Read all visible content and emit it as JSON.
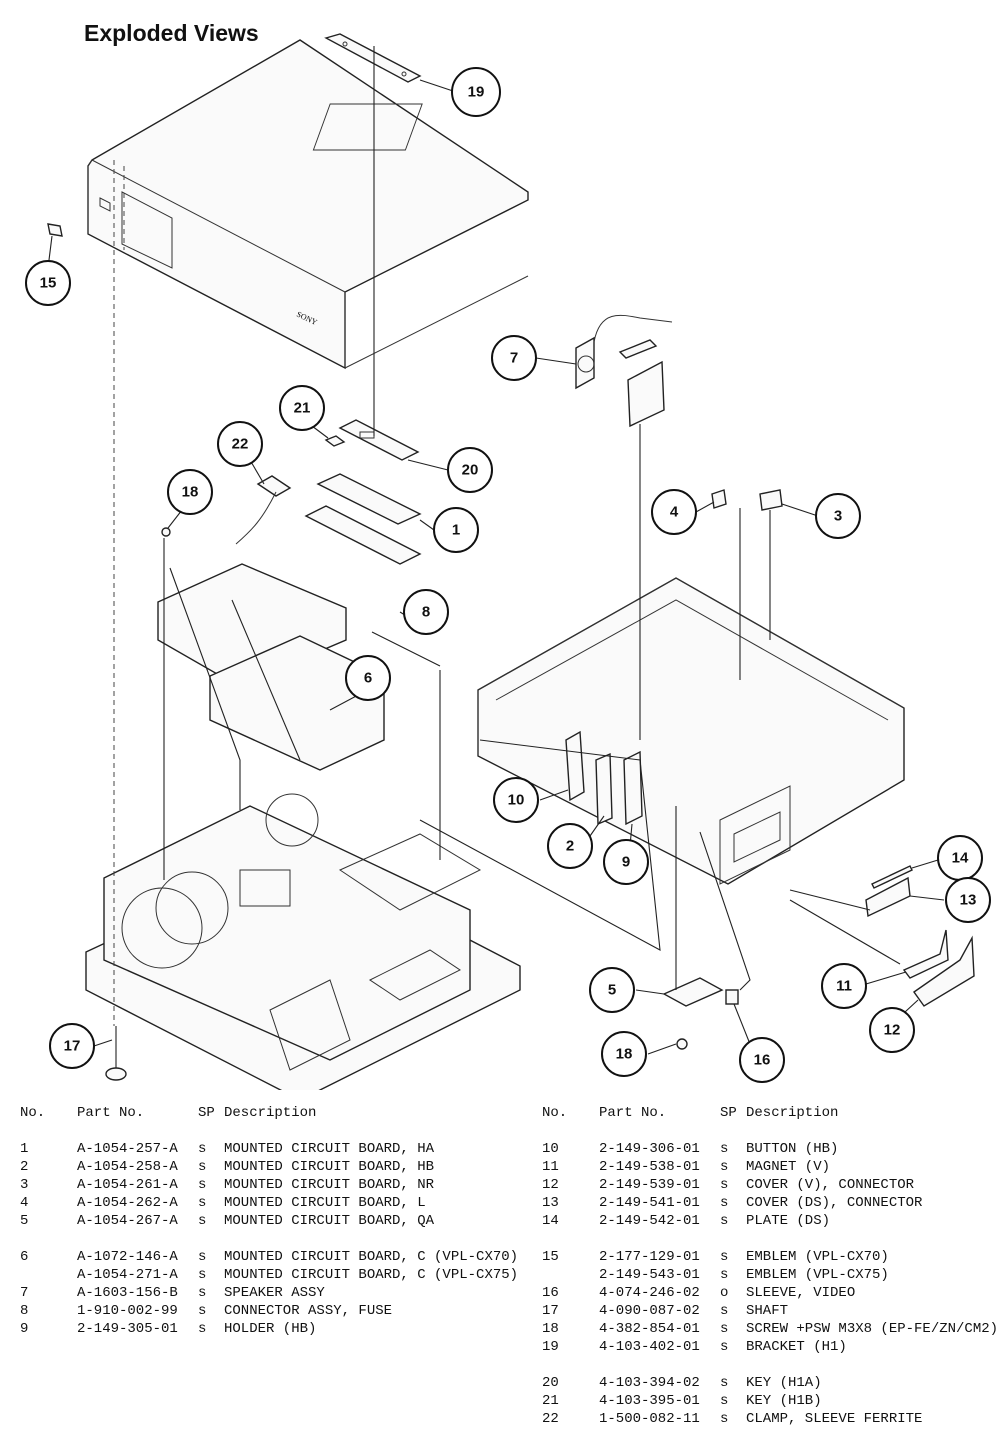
{
  "title": "Exploded Views",
  "brand_mark": "SONY",
  "callouts": [
    "1",
    "2",
    "3",
    "4",
    "5",
    "6",
    "7",
    "8",
    "9",
    "10",
    "11",
    "12",
    "13",
    "14",
    "15",
    "16",
    "17",
    "18",
    "19",
    "20",
    "21",
    "22"
  ],
  "table_headers": {
    "no": "No.",
    "part_no": "Part No.",
    "sp": "SP",
    "description": "Description"
  },
  "left_rows": [
    {
      "no": "1",
      "part": "A-1054-257-A",
      "sp": "s",
      "desc": "MOUNTED CIRCUIT BOARD, HA"
    },
    {
      "no": "2",
      "part": "A-1054-258-A",
      "sp": "s",
      "desc": "MOUNTED CIRCUIT BOARD, HB"
    },
    {
      "no": "3",
      "part": "A-1054-261-A",
      "sp": "s",
      "desc": "MOUNTED CIRCUIT BOARD, NR"
    },
    {
      "no": "4",
      "part": "A-1054-262-A",
      "sp": "s",
      "desc": "MOUNTED CIRCUIT BOARD, L"
    },
    {
      "no": "5",
      "part": "A-1054-267-A",
      "sp": "s",
      "desc": "MOUNTED CIRCUIT BOARD, QA"
    },
    {
      "gap": true
    },
    {
      "no": "6",
      "part": "A-1072-146-A",
      "sp": "s",
      "desc": "MOUNTED CIRCUIT BOARD, C (VPL-CX70)"
    },
    {
      "no": "",
      "part": "A-1054-271-A",
      "sp": "s",
      "desc": "MOUNTED CIRCUIT BOARD, C (VPL-CX75)"
    },
    {
      "no": "7",
      "part": "A-1603-156-B",
      "sp": "s",
      "desc": "SPEAKER ASSY"
    },
    {
      "no": "8",
      "part": "1-910-002-99",
      "sp": "s",
      "desc": "CONNECTOR ASSY, FUSE"
    },
    {
      "no": "9",
      "part": "2-149-305-01",
      "sp": "s",
      "desc": "HOLDER (HB)"
    }
  ],
  "right_rows": [
    {
      "no": "10",
      "part": "2-149-306-01",
      "sp": "s",
      "desc": "BUTTON (HB)"
    },
    {
      "no": "11",
      "part": "2-149-538-01",
      "sp": "s",
      "desc": "MAGNET (V)"
    },
    {
      "no": "12",
      "part": "2-149-539-01",
      "sp": "s",
      "desc": "COVER (V), CONNECTOR"
    },
    {
      "no": "13",
      "part": "2-149-541-01",
      "sp": "s",
      "desc": "COVER (DS), CONNECTOR"
    },
    {
      "no": "14",
      "part": "2-149-542-01",
      "sp": "s",
      "desc": "PLATE (DS)"
    },
    {
      "gap": true
    },
    {
      "no": "15",
      "part": "2-177-129-01",
      "sp": "s",
      "desc": "EMBLEM (VPL-CX70)"
    },
    {
      "no": "",
      "part": "2-149-543-01",
      "sp": "s",
      "desc": "EMBLEM (VPL-CX75)"
    },
    {
      "no": "16",
      "part": "4-074-246-02",
      "sp": "o",
      "desc": "SLEEVE, VIDEO"
    },
    {
      "no": "17",
      "part": "4-090-087-02",
      "sp": "s",
      "desc": "SHAFT"
    },
    {
      "no": "18",
      "part": "4-382-854-01",
      "sp": "s",
      "desc": "SCREW +PSW M3X8 (EP-FE/ZN/CM2)"
    },
    {
      "no": "19",
      "part": "4-103-402-01",
      "sp": "s",
      "desc": "BRACKET (H1)"
    },
    {
      "gap": true
    },
    {
      "no": "20",
      "part": "4-103-394-02",
      "sp": "s",
      "desc": "KEY (H1A)"
    },
    {
      "no": "21",
      "part": "4-103-395-01",
      "sp": "s",
      "desc": "KEY (H1B)"
    },
    {
      "no": "22",
      "part": "1-500-082-11",
      "sp": "s",
      "desc": "CLAMP, SLEEVE FERRITE"
    }
  ]
}
